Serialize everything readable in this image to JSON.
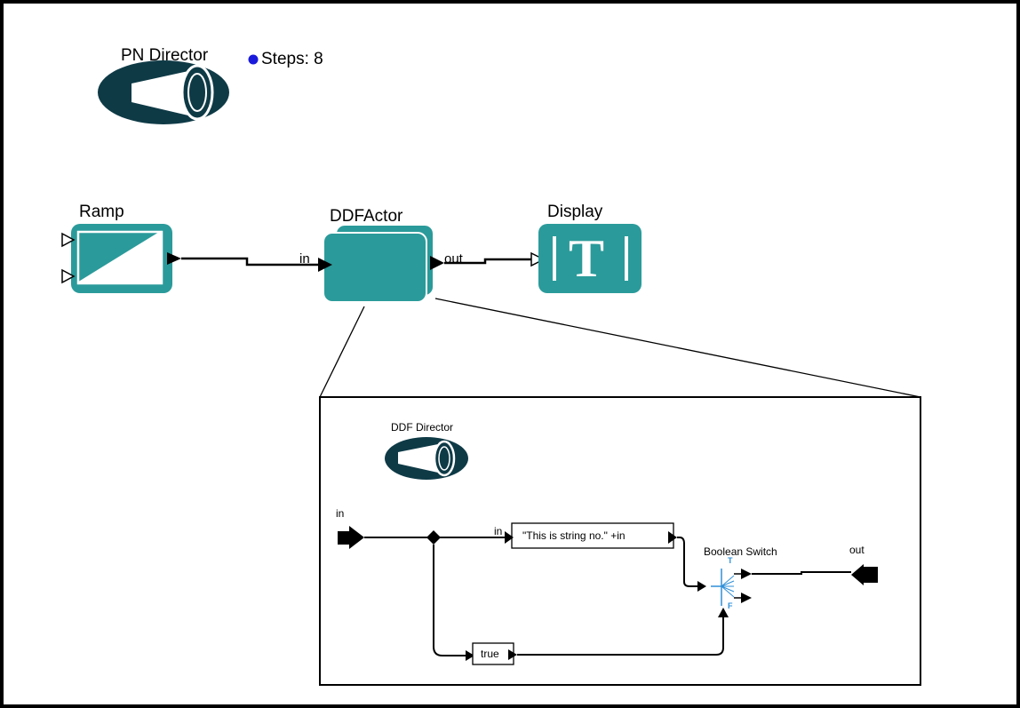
{
  "pn_director": {
    "label": "PN Director"
  },
  "steps": {
    "text": "Steps: 8"
  },
  "ramp": {
    "label": "Ramp"
  },
  "ddf_actor": {
    "label": "DDFActor",
    "in_port": "in",
    "out_port": "out"
  },
  "display": {
    "label": "Display",
    "glyph": "T"
  },
  "inner": {
    "director_label": "DDF Director",
    "in_label": "in",
    "out_label": "out",
    "expression": {
      "port_in": "in",
      "text": "\"This is string no.\" +in"
    },
    "const_true": "true",
    "switch": {
      "label": "Boolean Switch",
      "t": "T",
      "f": "F"
    }
  },
  "colors": {
    "actor_teal": "#2b9a9a",
    "director_dark": "#0e3a46",
    "steps_dot": "#1a1adc",
    "port_blue": "#2f8fd8"
  }
}
